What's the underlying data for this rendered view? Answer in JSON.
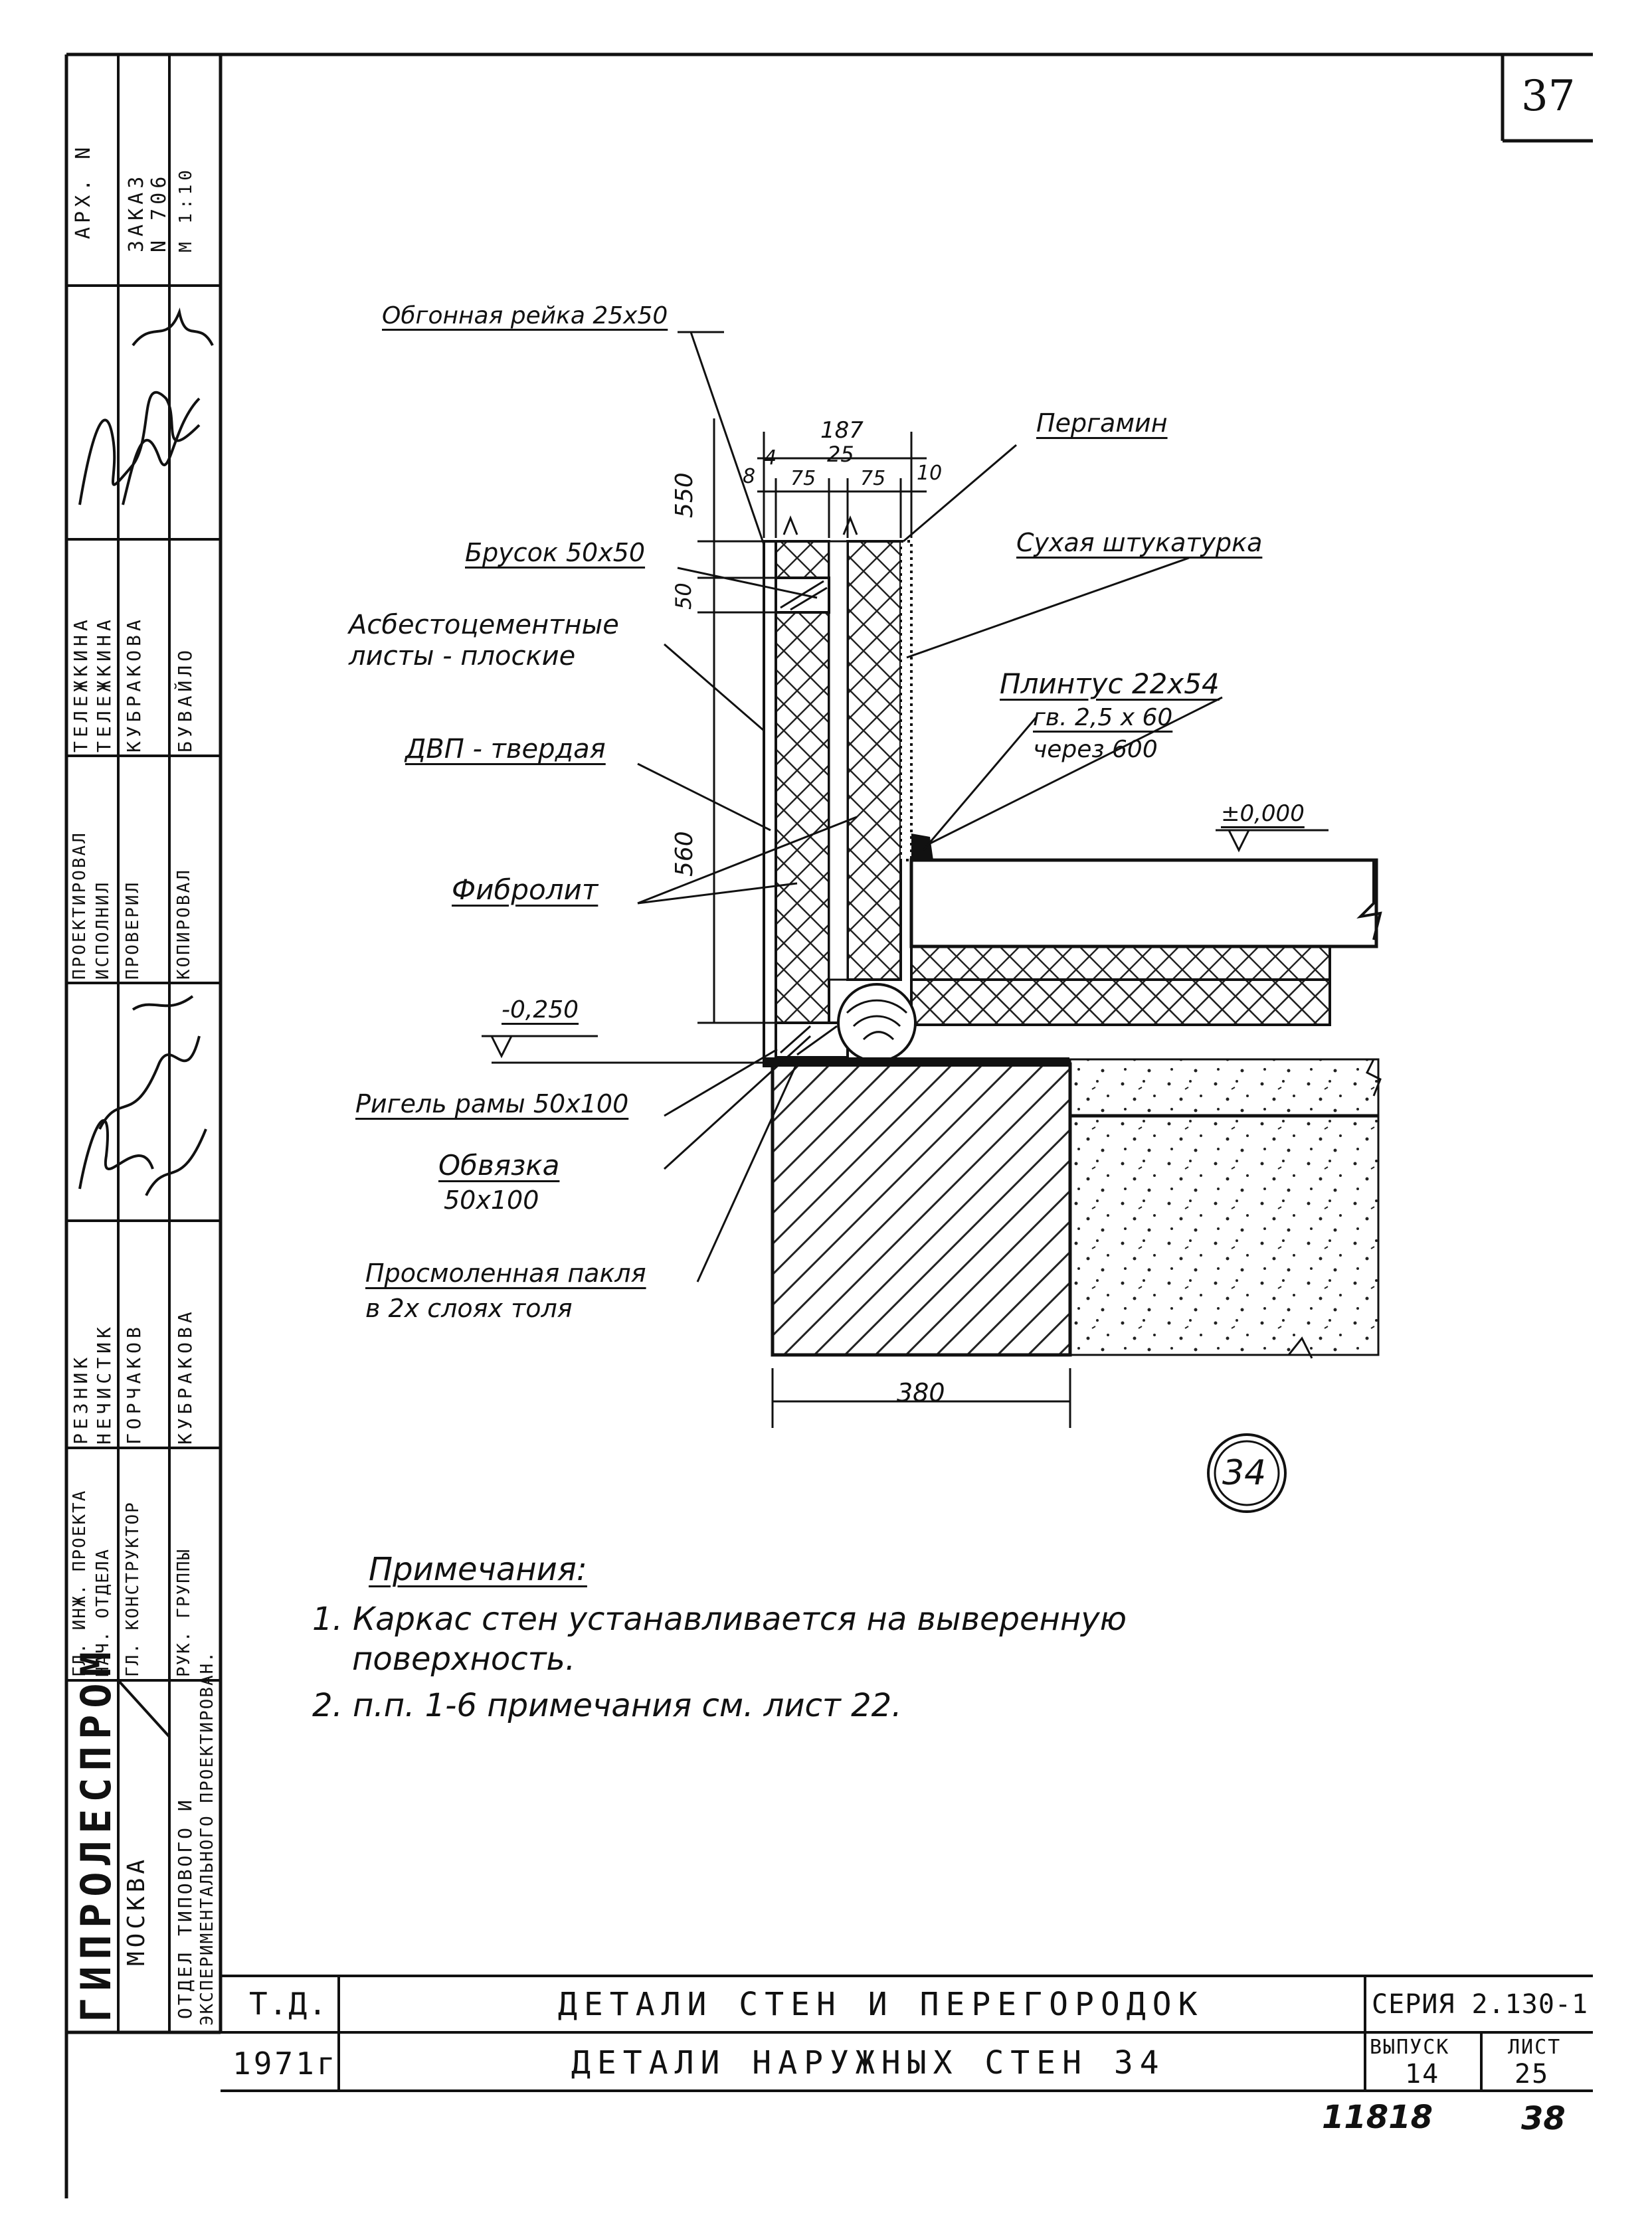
{
  "sheet": {
    "sheet_number": "37",
    "archive_number": "11818",
    "page_number": "38"
  },
  "left_block": {
    "org_name": "ГИПРОЛЕСПРОМ",
    "city": "МОСКВА",
    "dept_line1": "ОТДЕЛ ТИПОВОГО И",
    "dept_line2": "ЭКСПЕРИМЕНТАЛЬНОГО ПРОЕКТИРОВАН.",
    "roles": [
      "ГЛ. ИНЖ. ПРОЕКТА",
      "НАЧ. ОТДЕЛА",
      "ГЛ. КОНСТРУКТОР",
      "РУК. ГРУППЫ"
    ],
    "names1": [
      "РЕЗНИК",
      "НЕЧИСТИК",
      "ГОРЧАКОВ",
      "КУБРАКОВА"
    ],
    "roles2": [
      "ПРОЕКТИРОВАЛ",
      "ИСПОЛНИЛ",
      "ПРОВЕРИЛ",
      "КОПИРОВАЛ"
    ],
    "names2": [
      "ТЕЛЕЖКИНА",
      "ТЕЛЕЖКИНА",
      "КУБРАКОВА",
      "БУВАЙЛО"
    ],
    "archive": [
      "АРХ. N",
      "ЗАКАЗ",
      "N 706",
      "М 1:10"
    ]
  },
  "title_block": {
    "code": "Т.Д.",
    "year": "1971г",
    "title1": "ДЕТАЛИ СТЕН И ПЕРЕГОРОДОК",
    "title2": "ДЕТАЛИ НАРУЖНЫХ СТЕН 34",
    "series": "СЕРИЯ 2.130-1",
    "issue_label": "ВЫПУСК",
    "issue_value": "14",
    "sheet_label": "ЛИСТ",
    "sheet_value": "25"
  },
  "drawing": {
    "labels": {
      "obgonnaya": "Обгонная рейка 25х50",
      "pergamin": "Пергамин",
      "brusok": "Брусок 50х50",
      "dry_plaster": "Сухая штукатурка",
      "asbest1": "Асбестоцементные",
      "asbest2": "листы - плоские",
      "plinth": "Плинтус 22х54",
      "nails": "гв. 2,5 х 60",
      "spacing": "через 600",
      "dvp": "ДВП - твердая",
      "level_top": "±0,000",
      "fibrolit": "Фибролит",
      "level_bottom": "-0,250",
      "rigel": "Ригель рамы 50х100",
      "obvyazka1": "Обвязка",
      "obvyazka2": "50х100",
      "pakla1": "Просмоленная пакля",
      "pakla2": "в 2х слоях толя"
    },
    "dims": {
      "d187": "187",
      "d25": "25",
      "d8": "8",
      "d4": "4",
      "d75a": "75",
      "d75b": "75",
      "d10": "10",
      "d550": "550",
      "d50": "50",
      "d560": "560",
      "d380": "380"
    },
    "detail_mark": "34"
  },
  "notes": {
    "heading": "Примечания:",
    "items": [
      "1. Каркас стен устанавливается на выверенную",
      "поверхность.",
      "2. п.п. 1-6 примечания см. лист 22."
    ]
  }
}
